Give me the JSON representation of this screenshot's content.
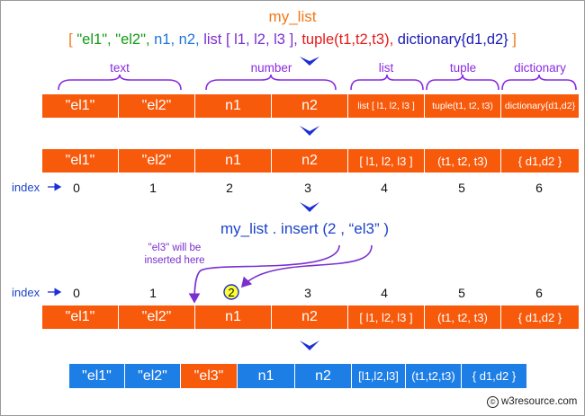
{
  "title": "my_list",
  "declaration": {
    "open": "[",
    "text_items": "\"el1\", \"el2\",",
    "number_items": "n1, n2,",
    "list_item": "list [ l1, l2, l3 ],",
    "tuple_item": "tuple(t1,t2,t3),",
    "dict_item": "dictionary{d1,d2}",
    "close": "]"
  },
  "brace_labels": [
    "text",
    "number",
    "list",
    "tuple",
    "dictionary"
  ],
  "row1": [
    "\"el1\"",
    "\"el2\"",
    "n1",
    "n2",
    "list [ l1, l2, l3 ]",
    "tuple(t1, t2, t3)",
    "dictionary{d1,d2}"
  ],
  "row2": [
    "\"el1\"",
    "\"el2\"",
    "n1",
    "n2",
    "[ l1, l2, l3 ]",
    "(t1, t2, t3)",
    "{ d1,d2 }"
  ],
  "index_label": "index",
  "indexes": [
    "0",
    "1",
    "2",
    "3",
    "4",
    "5",
    "6"
  ],
  "insert_statement": "my_list . insert (2 , “el3” )",
  "insert_note_line1": "\"el3\" will be",
  "insert_note_line2": "inserted here",
  "row3": [
    "\"el1\"",
    "\"el2\"",
    "n1",
    "n2",
    "[ l1, l2, l3 ]",
    "(t1, t2, t3)",
    "{ d1,d2 }"
  ],
  "row4": [
    "\"el1\"",
    "\"el2\"",
    "\"el3\"",
    "n1",
    "n2",
    "[l1,l2,l3]",
    "(t1,t2,t3)",
    "{ d1,d2 }"
  ],
  "highlighted_index": "2",
  "credit": "w3resource.com",
  "colors": {
    "cell_orange": "#f85a0c",
    "cell_blue": "#1d7ee6",
    "arrow_blue": "#1c2fd6",
    "purple": "#7a2fcf",
    "highlight_yellow": "#ffff33"
  }
}
